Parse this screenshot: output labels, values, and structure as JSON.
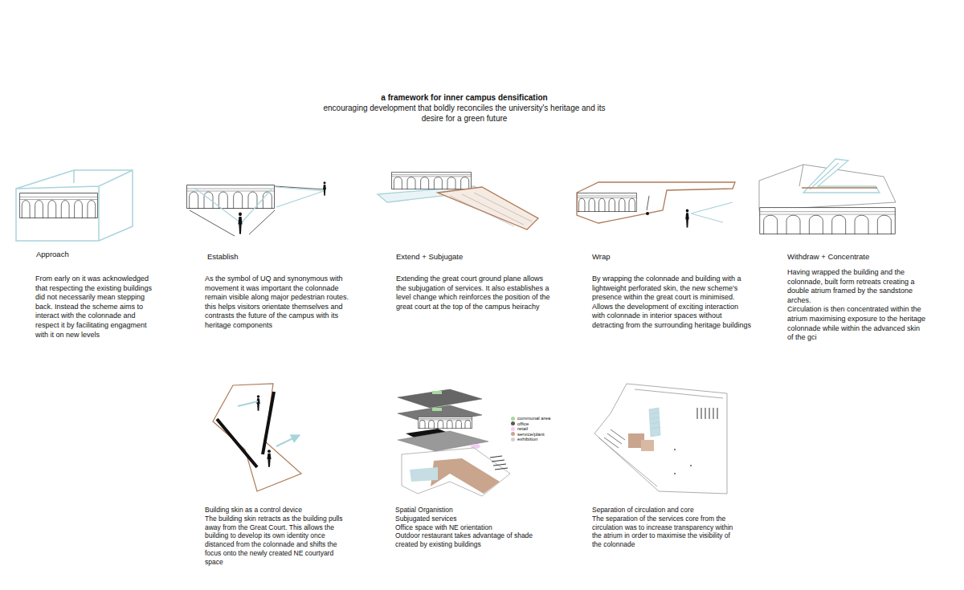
{
  "diagram": {
    "title": "a framework for inner campus densification",
    "labels": [
      "encouraging development that boldly reconciles the university's heritage and its desire for a green future",
      "Approach",
      "From early on it was acknowledged that respecting the existing buildings did not necessarily mean stepping back. Instead the scheme aims to interact with the colonnade and respect it by facilitating engagment with it on new levels",
      "Establish",
      "As the symbol of UQ and synonymous with movement it was important the colonnade remain visible along major pedestrian routes. this helps visitors orientate themselves and contrasts the future of the campus with its heritage components",
      "Extend + Subjugate",
      "Extending the great court ground plane allows the subjugation of services. It also establishes a level change which reinforces the position of the great court at the top of the campus heirachy",
      "Wrap",
      "By wrapping the colonnade and building with a lightweight perforated skin, the new scheme's presence within the great court is minimised. Allows the development of exciting interaction with colonnade in interior spaces without detracting from the surrounding heritage buildings",
      "Withdraw + Concentrate",
      "Having wrapped the building and the colonnade, built form retreats creating a double atrium framed by the sandstone arches.",
      "Circulation is then concentrated within the atrium maximising exposure to the heritage colonnade while within the advanced skin of the gci",
      "Building skin as a control device",
      "The building skin retracts as the building pulls away from the Great Court. This allows the building to develop its own identity once distanced from the colonnade and shifts the focus onto the newly created NE courtyard space",
      "Spatial Organistion",
      "Subjugated services",
      "Office space with NE orientation",
      "Outdoor restaurant takes advantage of shade created by existing buildings",
      "Separation of circulation and core",
      "The separation of the services core from the circulation was to increase transparency within the atrium in order to maximise the visibility of the colonnade"
    ],
    "legend": [
      {
        "text": "communal area",
        "color": "#a8d8a0"
      },
      {
        "text": "office",
        "color": "#595959"
      },
      {
        "text": "retail",
        "color": "#f2cff2"
      },
      {
        "text": "service/plant",
        "color": "#c9a58d"
      },
      {
        "text": "exhibition",
        "color": "#d0d0d0"
      }
    ]
  }
}
